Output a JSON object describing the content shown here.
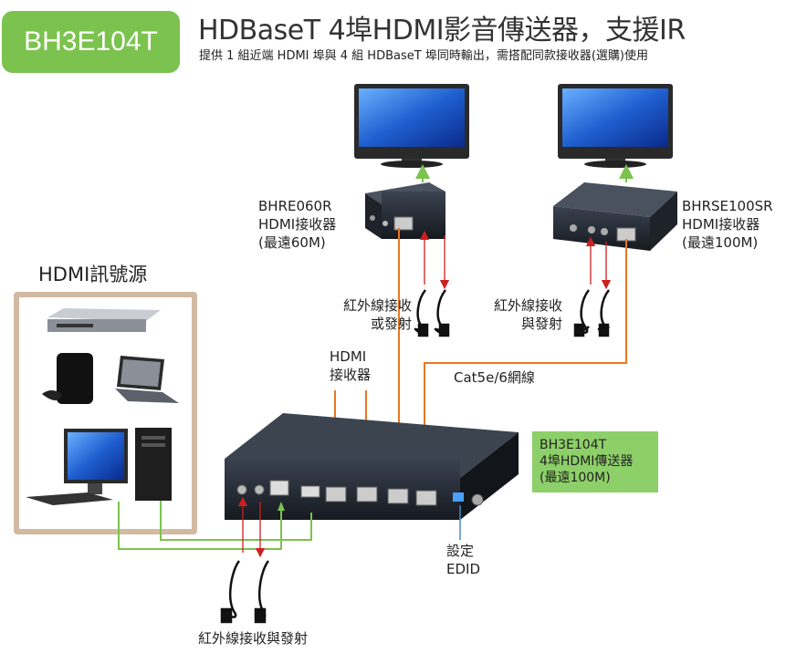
{
  "badge": "BH3E104T",
  "title": "HDBaseT 4埠HDMI影音傳送器，支援IR",
  "subtitle": "提供 1 組近端 HDMI 埠與 4 組 HDBaseT 埠同時輸出，需搭配同款接收器(選購)使用",
  "source_title": "HDMI訊號源",
  "receiver1": {
    "lines": [
      "BHRE060R",
      "HDMI接收器",
      "(最遠60M)"
    ]
  },
  "receiver2": {
    "lines": [
      "BHRSE100SR",
      "HDMI接收器",
      "(最遠100M)"
    ]
  },
  "ir1": {
    "lines": [
      "紅外線接收",
      "或發射"
    ]
  },
  "ir2": {
    "lines": [
      "紅外線接收",
      "與發射"
    ]
  },
  "hdmi_rx": {
    "lines": [
      "HDMI",
      "接收器"
    ]
  },
  "cable": "Cat5e/6網線",
  "transmitter": {
    "lines": [
      "BH3E104T",
      "4埠HDMI傳送器",
      "(最遠100M)"
    ]
  },
  "edid": {
    "lines": [
      "設定",
      "EDID"
    ]
  },
  "ir_bottom": "紅外線接收與發射",
  "colors": {
    "badge": "#7cc24f",
    "device_box": "#8dcf68",
    "green_line": "#7cc24f",
    "orange_line": "#e87722",
    "red_arrow": "#cc2020",
    "blue_line": "#4a88c8",
    "frame": "#d2b9a2"
  }
}
